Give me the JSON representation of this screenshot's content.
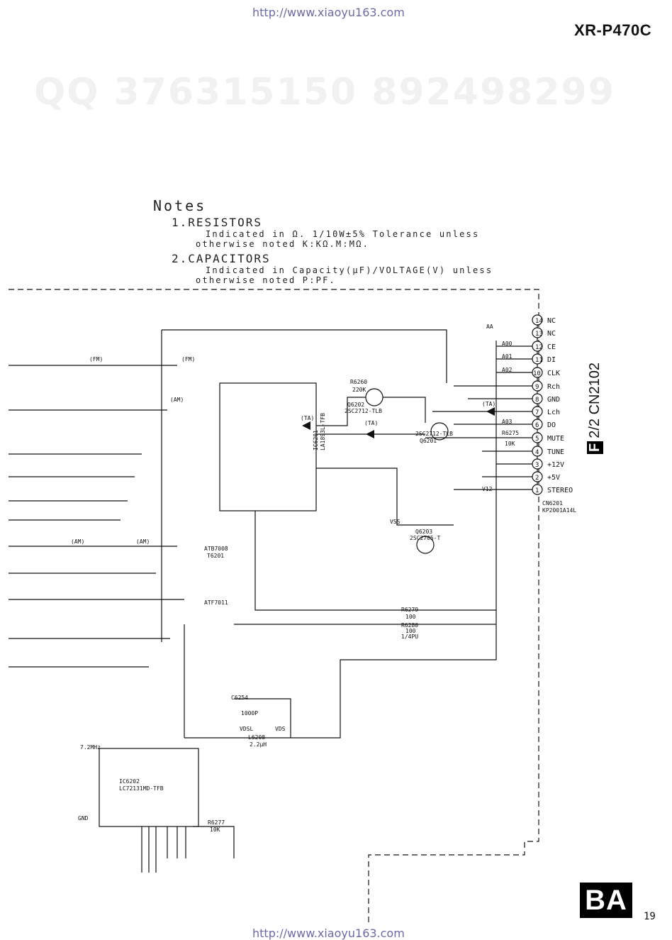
{
  "header": {
    "top_url": "http://www.xiaoyu163.com",
    "model": "XR-P470C",
    "watermark": "QQ 376315150   892498299"
  },
  "notes": {
    "title": "Notes",
    "item1_head": "1.RESISTORS",
    "item1_line1": "Indicated in Ω. 1/10W±5% Tolerance unless",
    "item1_line2": "otherwise noted K:KΩ.M:MΩ.",
    "item2_head": "2.CAPACITORS",
    "item2_line1": "Indicated in Capacity(μF)/VOLTAGE(V) unless",
    "item2_line2": "otherwise noted P:PF."
  },
  "connector": {
    "ref": "CN2102",
    "board": "F",
    "sheet": "2/2",
    "part_ref": "CN6201",
    "part_no": "KP2001A14L",
    "pins": [
      {
        "num": "14",
        "label": "NC"
      },
      {
        "num": "13",
        "label": "NC"
      },
      {
        "num": "12",
        "label": "CE"
      },
      {
        "num": "11",
        "label": "DI"
      },
      {
        "num": "10",
        "label": "CLK"
      },
      {
        "num": "9",
        "label": "Rch"
      },
      {
        "num": "8",
        "label": "GND"
      },
      {
        "num": "7",
        "label": "Lch"
      },
      {
        "num": "6",
        "label": "DO"
      },
      {
        "num": "5",
        "label": "MUTE"
      },
      {
        "num": "4",
        "label": "TUNE"
      },
      {
        "num": "3",
        "label": "+12V"
      },
      {
        "num": "2",
        "label": "+5V"
      },
      {
        "num": "1",
        "label": "STEREO"
      }
    ]
  },
  "ics": {
    "ic6201_ref": "IC6201",
    "ic6201_part": "LA1893L-TFB",
    "ic6202_ref": "IC6202",
    "ic6202_part": "LC72131MD-TFB"
  },
  "labels": {
    "q6202": "Q6202",
    "q6202_part": "2SC2712-TLB",
    "q6201": "Q6201",
    "q6201_part": "2SC2712-TLB",
    "q6203": "Q6203",
    "q6203_part": "2SC2705-T",
    "aa": "AA",
    "vss": "VSS",
    "v12": "V12",
    "vdsl": "VDSL",
    "vds": "VDS",
    "gnd": "GND",
    "fm": "(FM)",
    "am": "(AM)",
    "ta": "(TA)",
    "a00": "A00",
    "a01": "A01",
    "a02": "A02",
    "a03": "A03",
    "r6275": "R6275",
    "r6275_val": "10K",
    "r6260": "R6260",
    "r6260_val": "220K",
    "c6254": "C6254",
    "c6254_val": "1000P",
    "l6208": "L6208",
    "l6208_val": "2.2μH",
    "r6277": "R6277",
    "r6277_val": "10K",
    "r6280": "R6280",
    "r6280_val": "100",
    "r6280_note": "1/4PU",
    "r6279": "R6279",
    "r6279_val": "100",
    "xtal": "7.2MHz",
    "atb": "ATB7008",
    "t6201": "T6201",
    "atf": "ATF7011"
  },
  "footer": {
    "badge": "BA",
    "page_number": "19",
    "bottom_url": "http://www.xiaoyu163.com"
  }
}
